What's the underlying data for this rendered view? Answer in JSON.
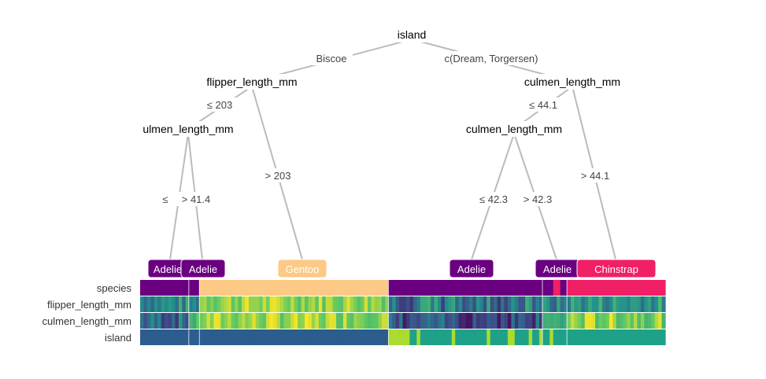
{
  "chart_data": {
    "type": "heatmap",
    "tree": {
      "root": "island",
      "nodes": [
        {
          "id": "n_island",
          "label": "island"
        },
        {
          "id": "n_flipper",
          "label": "flipper_length_mm"
        },
        {
          "id": "n_culmen_left",
          "label": "ulmen_length_mm"
        },
        {
          "id": "n_culmen_right",
          "label": "culmen_length_mm"
        },
        {
          "id": "n_culmen_right2",
          "label": "culmen_length_mm"
        }
      ],
      "edges": [
        {
          "from": "n_island",
          "to": "n_flipper",
          "label": "Biscoe"
        },
        {
          "from": "n_island",
          "to": "n_culmen_right",
          "label": "c(Dream, Torgersen)"
        },
        {
          "from": "n_flipper",
          "to": "n_culmen_left",
          "label": "≤ 203"
        },
        {
          "from": "n_flipper",
          "to": "leaf_3",
          "label": "> 203"
        },
        {
          "from": "n_culmen_left",
          "to": "leaf_1",
          "label": "≤"
        },
        {
          "from": "n_culmen_left",
          "to": "leaf_2",
          "label": "> 41.4"
        },
        {
          "from": "n_culmen_right",
          "to": "n_culmen_right2",
          "label": "≤ 44.1"
        },
        {
          "from": "n_culmen_right",
          "to": "leaf_6",
          "label": "> 44.1"
        },
        {
          "from": "n_culmen_right2",
          "to": "leaf_4",
          "label": "≤ 42.3"
        },
        {
          "from": "n_culmen_right2",
          "to": "leaf_5",
          "label": "> 42.3"
        }
      ]
    },
    "leaves": [
      {
        "id": "leaf_1",
        "label": "Adelie",
        "color": "#6a0080",
        "n": 14
      },
      {
        "id": "leaf_2",
        "label": "Adelie",
        "color": "#6a0080",
        "n": 3
      },
      {
        "id": "leaf_3",
        "label": "Gentoo",
        "color": "#fdc986",
        "n": 54
      },
      {
        "id": "leaf_4",
        "label": "Adelie",
        "color": "#6a0080",
        "n": 44
      },
      {
        "id": "leaf_5",
        "label": "Adelie",
        "color": "#6a0080",
        "n": 7
      },
      {
        "id": "leaf_6",
        "label": "Chinstrap",
        "color": "#f01f66",
        "n": 28
      }
    ],
    "rows": [
      "species",
      "flipper_length_mm",
      "culmen_length_mm",
      "island"
    ],
    "colors": {
      "species_adelie": "#6a0080",
      "species_chinstrap": "#f01f66",
      "species_gentoo": "#fdc986",
      "island_biscoe": "#2c5d8f",
      "island_dream": "#1fa188",
      "island_torgersen": "#a9db30"
    }
  }
}
